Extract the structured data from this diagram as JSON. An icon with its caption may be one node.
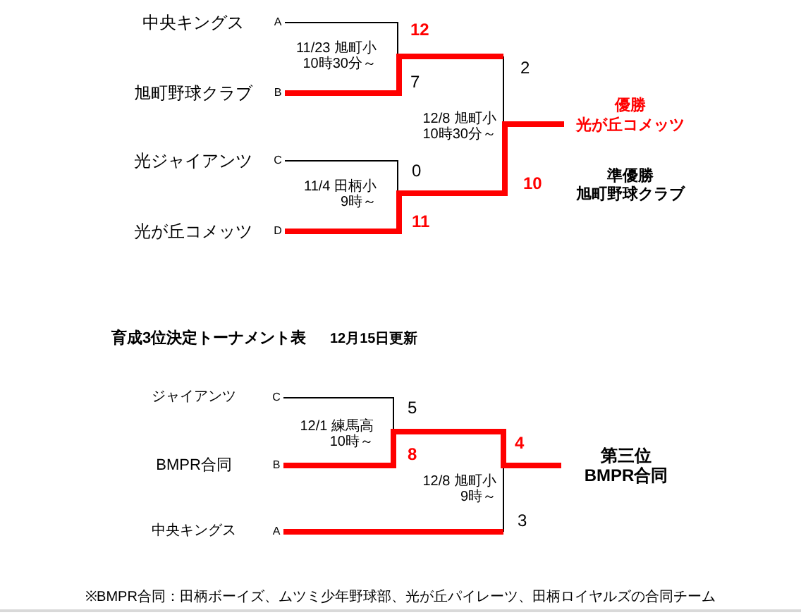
{
  "diagram": {
    "nodes": [
      {
        "text": [
          "中央キングス"
        ],
        "beside": [
          "A"
        ]
      },
      {
        "text": [
          "旭町野球クラブ"
        ],
        "beside": [
          "B"
        ]
      },
      {
        "text": [
          "光ジャイアンツ"
        ],
        "beside": [
          "C"
        ]
      },
      {
        "text": [
          "光が丘コメッツ"
        ],
        "beside": [
          "D"
        ]
      },
      {
        "text": [
          "優勝",
          "光が丘コメッツ"
        ]
      },
      {
        "text": [
          "ジャイアンツ"
        ],
        "beside": [
          "C"
        ]
      },
      {
        "text": [
          "BMPR合同"
        ],
        "beside": [
          "B"
        ]
      },
      {
        "text": [
          "中央キングス"
        ],
        "beside": [
          "A"
        ]
      },
      {
        "text": [
          "第三位",
          "BMPR合同"
        ]
      }
    ],
    "edges": [
      {
        "from": 0,
        "to": null,
        "arrow": "none",
        "color": "#000000"
      },
      {
        "from": 1,
        "to": null,
        "arrow": "none"
      },
      {
        "from": 2,
        "to": null,
        "arrow": "none",
        "color": "#000000"
      },
      {
        "from": 3,
        "to": 4,
        "arrow": "none"
      },
      {
        "from": 5,
        "to": null,
        "arrow": "none",
        "color": "#000000"
      },
      {
        "from": 6,
        "to": 8,
        "arrow": "none"
      },
      {
        "from": 7,
        "to": null,
        "arrow": "none"
      }
    ],
    "labels": [
      "12",
      "11/23 旭町小 10時30分～",
      "2",
      "7",
      "12/8 旭町小 10時30分～",
      "0",
      "準優勝",
      "10",
      "11/4 田柄小 9時～",
      "旭町野球クラブ",
      "11",
      "育成3位決定トーナメント表",
      "12月15日更新",
      "5",
      "12/1 練馬高 10時～",
      "4",
      "8",
      "12/8 旭町小 9時～",
      "3",
      "※BMPR合同：田柄ボーイズ、ムツミ少年野球部、光が丘パイレーツ、田柄ロイヤルズの合同チーム"
    ]
  }
}
